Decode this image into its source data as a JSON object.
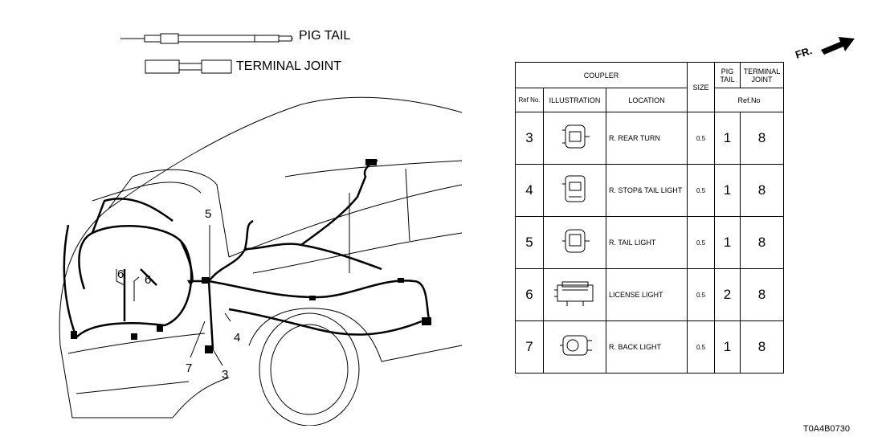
{
  "legend": {
    "pig_tail_label": "PIG TAIL",
    "terminal_joint_label": "TERMINAL JOINT"
  },
  "direction_label": "FR.",
  "callouts": [
    "5",
    "6",
    "6",
    "4",
    "7",
    "3"
  ],
  "table": {
    "header_coupler": "COUPLER",
    "header_size": "SIZE",
    "header_pig_tail": "PIG TAIL",
    "header_terminal_joint": "TERMINAL JOINT",
    "header_ref_no": "Ref No.",
    "header_illustration": "ILLUSTRATION",
    "header_location": "LOCATION",
    "header_refno": "Ref.No",
    "rows": [
      {
        "ref": "3",
        "location": "R. REAR TURN",
        "size": "0.5",
        "pig_tail": "1",
        "terminal_joint": "8"
      },
      {
        "ref": "4",
        "location": "R. STOP& TAIL LIGHT",
        "size": "0.5",
        "pig_tail": "1",
        "terminal_joint": "8"
      },
      {
        "ref": "5",
        "location": "R. TAIL LIGHT",
        "size": "0.5",
        "pig_tail": "1",
        "terminal_joint": "8"
      },
      {
        "ref": "6",
        "location": "LICENSE LIGHT",
        "size": "0.5",
        "pig_tail": "2",
        "terminal_joint": "8"
      },
      {
        "ref": "7",
        "location": "R. BACK LIGHT",
        "size": "0.5",
        "pig_tail": "1",
        "terminal_joint": "8"
      }
    ]
  },
  "diagram_code": "T0A4B0730"
}
